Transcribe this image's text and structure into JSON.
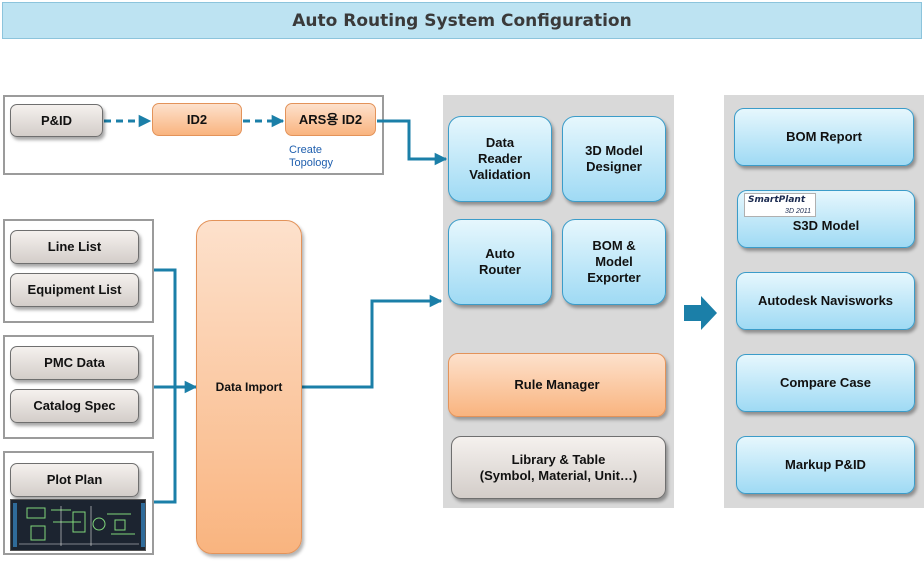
{
  "title": "Auto Routing System Configuration",
  "topology": {
    "pid": "P&ID",
    "id2": "ID2",
    "ars_id2": "ARS용 ID2",
    "caption": "Create\nTopology"
  },
  "inputs": {
    "line_list": "Line List",
    "equipment_list": "Equipment List",
    "pmc_data": "PMC Data",
    "catalog_spec": "Catalog Spec",
    "plot_plan": "Plot Plan"
  },
  "data_import": "Data Import",
  "core": {
    "data_reader": "Data\nReader\nValidation",
    "model_designer": "3D Model\nDesigner",
    "auto_router": "Auto\nRouter",
    "bom_exporter": "BOM &\nModel\nExporter",
    "rule_manager": "Rule Manager",
    "library": "Library & Table\n(Symbol, Material, Unit…)"
  },
  "outputs": {
    "bom_report": "BOM Report",
    "s3d_model": "S3D Model",
    "smartplant_logo": "SmartPlant 3D 2011",
    "navisworks": "Autodesk Navisworks",
    "compare_case": "Compare Case",
    "markup": "Markup P&ID"
  },
  "colors": {
    "connector": "#1b7fa8",
    "gray_box": "#d3cdc9",
    "orange_box": "#f9b47f",
    "blue_box": "#9fdaf4",
    "panel": "#d9d9d9",
    "title_bar": "#bde3f2"
  }
}
